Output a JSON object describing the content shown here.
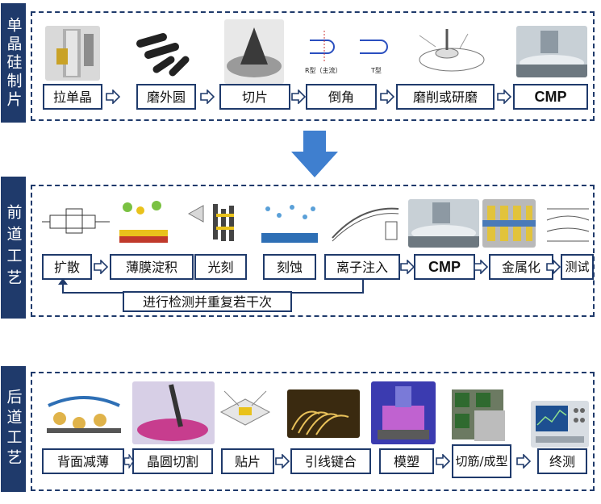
{
  "sections": {
    "wafer": {
      "label": "单晶硅制片"
    },
    "front": {
      "label": "前道工艺"
    },
    "back": {
      "label": "后道工艺"
    }
  },
  "wafer_steps": [
    "拉单晶",
    "磨外圆",
    "切片",
    "倒角",
    "磨削或研磨",
    "CMP"
  ],
  "front_steps": [
    "扩散",
    "薄膜淀积",
    "光刻",
    "刻蚀",
    "离子注入",
    "CMP",
    "金属化",
    "测试"
  ],
  "front_loop_label": "进行检测并重复若干次",
  "back_steps": [
    "背面减薄",
    "晶圆切割",
    "贴片",
    "引线键合",
    "模塑",
    "切筋/成型",
    "终测"
  ],
  "chamfer_labels": {
    "r_type": "R型（主流）",
    "t_type": "T型"
  },
  "icons": {
    "step_arrow": "hollow-right-arrow",
    "flow_arrow": "big-down-arrow",
    "loop_arrow": "loop-back-arrow"
  },
  "colors": {
    "frame": "#1f3a6b",
    "big_arrow": "#3f7fcf",
    "text": "#111111"
  }
}
